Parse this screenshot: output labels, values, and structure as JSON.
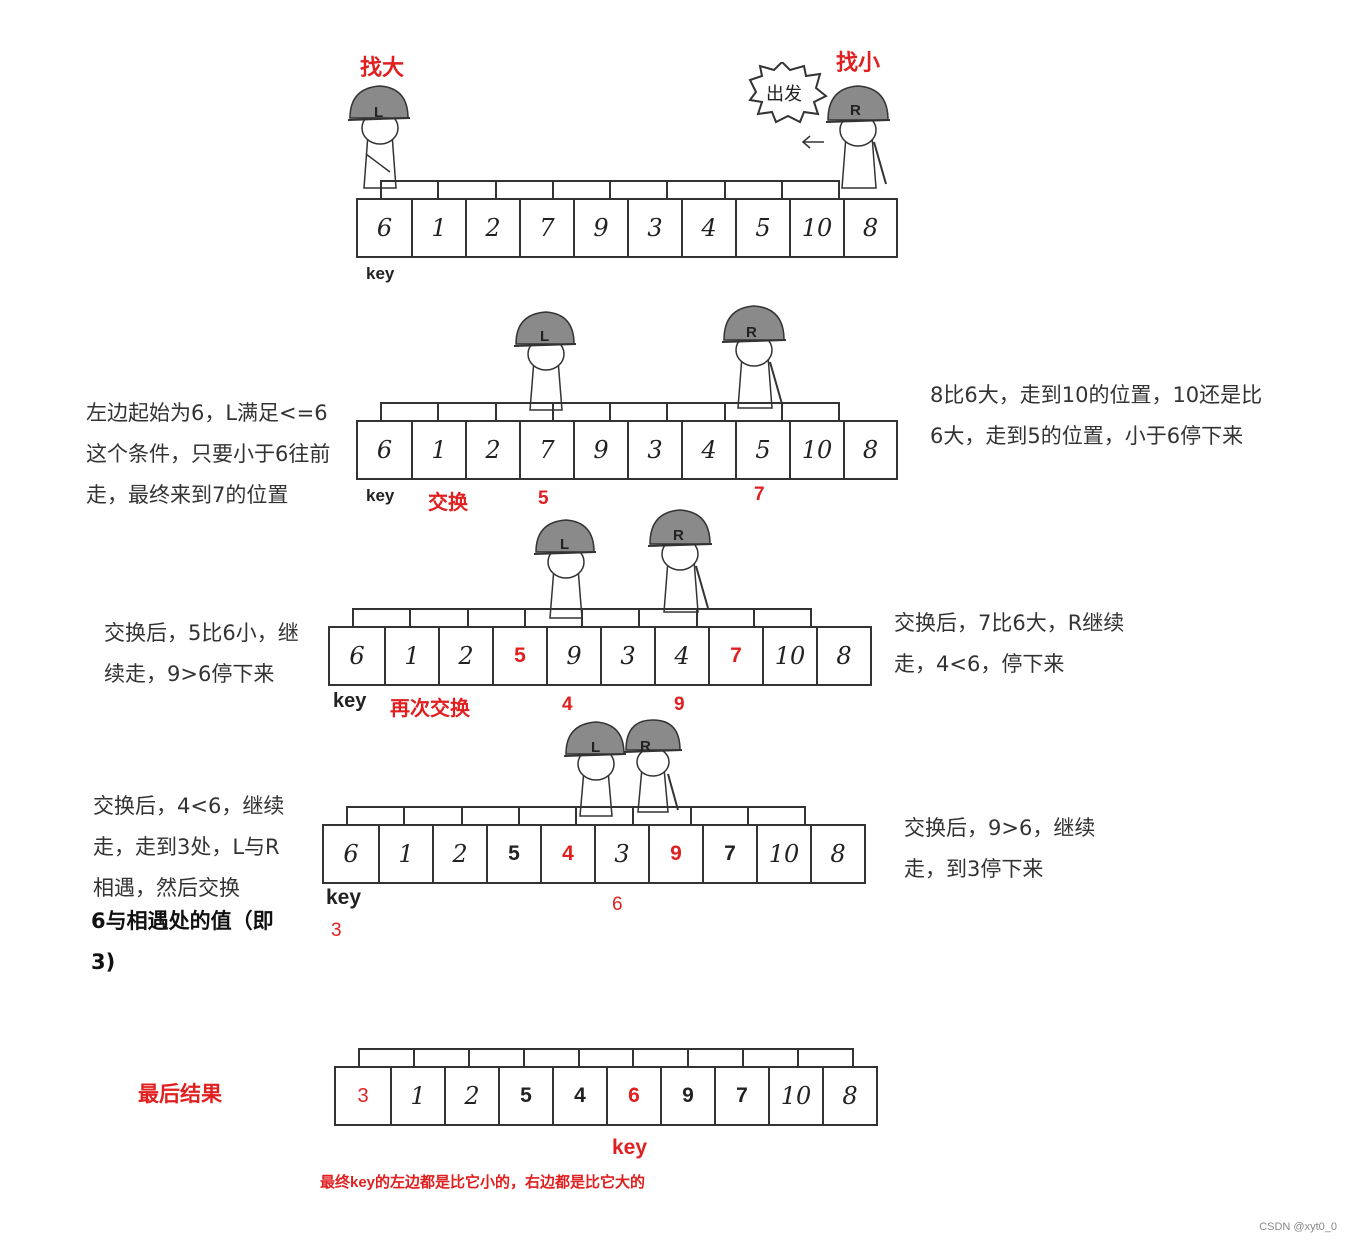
{
  "top": {
    "left_label": "找大",
    "right_label": "找小",
    "bubble_text": "出发",
    "cells": [
      "6",
      "1",
      "2",
      "7",
      "9",
      "3",
      "4",
      "5",
      "10",
      "8"
    ],
    "key": "key",
    "L": "L",
    "R": "R"
  },
  "step1": {
    "cells": [
      "6",
      "1",
      "2",
      "7",
      "9",
      "3",
      "4",
      "5",
      "10",
      "8"
    ],
    "key": "key",
    "swap_label": "交换",
    "swap_a": "5",
    "swap_b": "7",
    "left_desc": [
      "左边起始为6，L满足<=6",
      "这个条件，只要小于6往前",
      "走，最终来到7的位置"
    ],
    "right_desc": [
      "8比6大，走到10的位置，10还是比",
      "6大，走到5的位置，小于6停下来"
    ],
    "L": "L",
    "R": "R"
  },
  "step2": {
    "cells": [
      "6",
      "1",
      "2",
      "5",
      "9",
      "3",
      "4",
      "7",
      "10",
      "8"
    ],
    "key": "key",
    "swap_label": "再次交换",
    "swap_a": "4",
    "swap_b": "9",
    "left_desc": [
      "交换后，5比6小，继",
      "续走，9>6停下来"
    ],
    "right_desc": [
      "交换后，7比6大，R继续",
      "走，4<6，停下来"
    ],
    "L": "L",
    "R": "R"
  },
  "step3": {
    "cells": [
      "6",
      "1",
      "2",
      "5",
      "4",
      "3",
      "9",
      "7",
      "10",
      "8"
    ],
    "key": "key",
    "key_swap": "3",
    "meet_swap": "6",
    "left_desc": [
      "交换后，4<6，继续",
      "走，走到3处，L与R",
      "相遇，然后交换"
    ],
    "left_desc_bold": [
      "6与相遇处的值（即",
      "3)"
    ],
    "right_desc": [
      "交换后，9>6，继续",
      "走，到3停下来"
    ],
    "L": "L",
    "R": "R"
  },
  "final": {
    "title": "最后结果",
    "cells": [
      "3",
      "1",
      "2",
      "5",
      "4",
      "6",
      "9",
      "7",
      "10",
      "8"
    ],
    "key": "key",
    "note": "最终key的左边都是比它小的，右边都是比它大的"
  },
  "watermark": "CSDN @xyt0_0",
  "colors": {
    "red": "#e02020",
    "helmet": "#8a8a8a",
    "ink": "#333333"
  }
}
